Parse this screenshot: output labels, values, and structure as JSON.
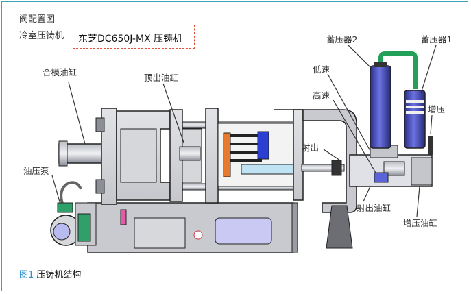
{
  "header": {
    "line1": "阀配置图",
    "line2_prefix": "冷室压铸机",
    "model": "东芝DC650J-MX 压铸机"
  },
  "labels": {
    "mold_clamp_cyl": "合模油缸",
    "ejector_cyl": "顶出油缸",
    "accumulator2": "蓄压器2",
    "accumulator1": "蓄压器1",
    "low_speed": "低速",
    "high_speed": "高速",
    "boost": "增压",
    "injection": "射出",
    "pump": "油压泵",
    "injection_cyl": "射出油缸",
    "boost_cyl": "增压油缸"
  },
  "caption": {
    "fig": "图1",
    "text": " 压铸机结构"
  }
}
